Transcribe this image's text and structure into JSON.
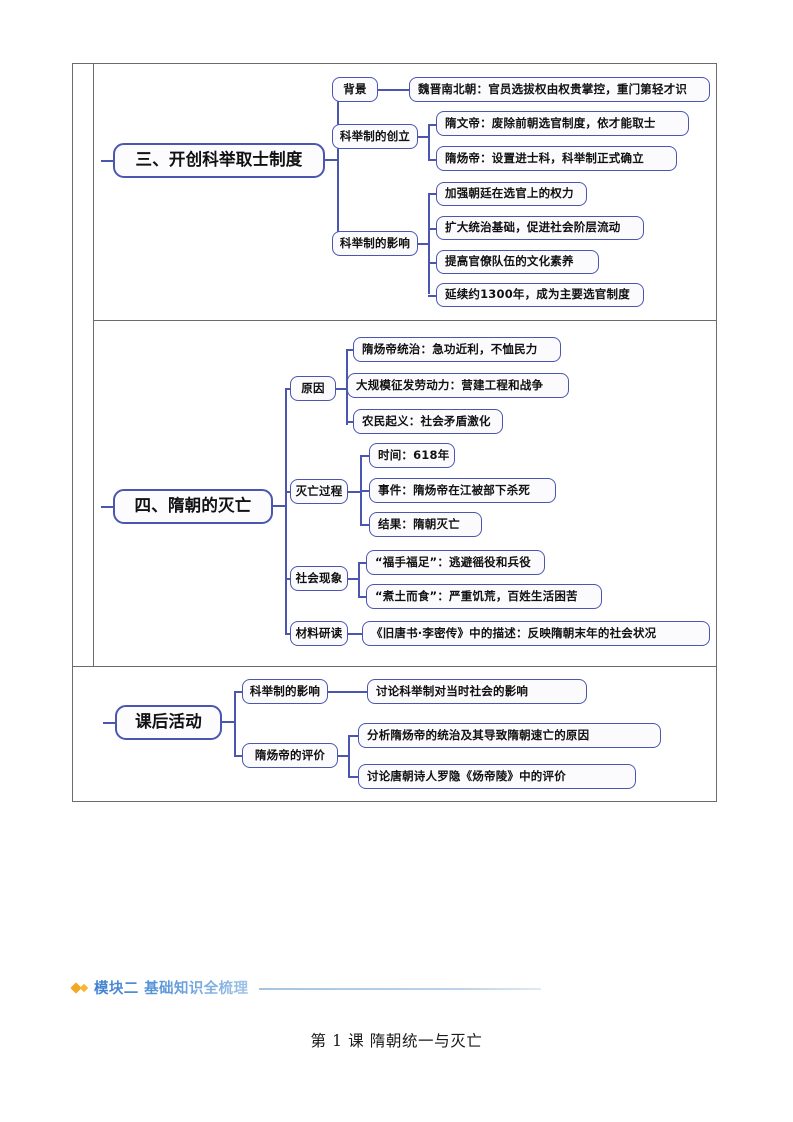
{
  "document": {
    "footer_title": "第 1 课 隋朝统一与灭亡"
  },
  "module_header": {
    "label": "模块二 基础知识全梳理",
    "icon": "double-diamond-icon",
    "accent_color": "#f5a623",
    "text_color": "#5b8fd4",
    "rule_color": "#a8c4dd"
  },
  "mindmap": {
    "node_border_color": "#4a56b0",
    "node_fill_color": "#fbfbfe",
    "sections": [
      {
        "id": "section-3",
        "root": "三、开创科举取士制度",
        "branches": [
          {
            "label": "背景",
            "leaves": [
              "魏晋南北朝：官员选拔权由权贵掌控，重门第轻才识"
            ]
          },
          {
            "label": "科举制的创立",
            "leaves": [
              "隋文帝：废除前朝选官制度，依才能取士",
              "隋炀帝：设置进士科，科举制正式确立"
            ]
          },
          {
            "label": "科举制的影响",
            "leaves": [
              "加强朝廷在选官上的权力",
              "扩大统治基础，促进社会阶层流动",
              "提高官僚队伍的文化素养",
              "延续约1300年，成为主要选官制度"
            ]
          }
        ]
      },
      {
        "id": "section-4",
        "root": "四、隋朝的灭亡",
        "branches": [
          {
            "label": "原因",
            "leaves": [
              "隋炀帝统治：急功近利，不恤民力",
              "大规模征发劳动力：营建工程和战争",
              "农民起义：社会矛盾激化"
            ]
          },
          {
            "label": "灭亡过程",
            "leaves": [
              "时间：618年",
              "事件：隋炀帝在江被部下杀死",
              "结果：隋朝灭亡"
            ]
          },
          {
            "label": "社会现象",
            "leaves": [
              "“福手福足”：逃避徭役和兵役",
              "“煮土而食”：严重饥荒，百姓生活困苦"
            ]
          },
          {
            "label": "材料研读",
            "leaves": [
              "《旧唐书·李密传》中的描述：反映隋朝末年的社会状况"
            ]
          }
        ]
      },
      {
        "id": "section-activity",
        "root": "课后活动",
        "branches": [
          {
            "label": "科举制的影响",
            "leaves": [
              "讨论科举制对当时社会的影响"
            ]
          },
          {
            "label": "隋炀帝的评价",
            "leaves": [
              "分析隋炀帝的统治及其导致隋朝速亡的原因",
              "讨论唐朝诗人罗隐《炀帝陵》中的评价"
            ]
          }
        ]
      }
    ]
  }
}
